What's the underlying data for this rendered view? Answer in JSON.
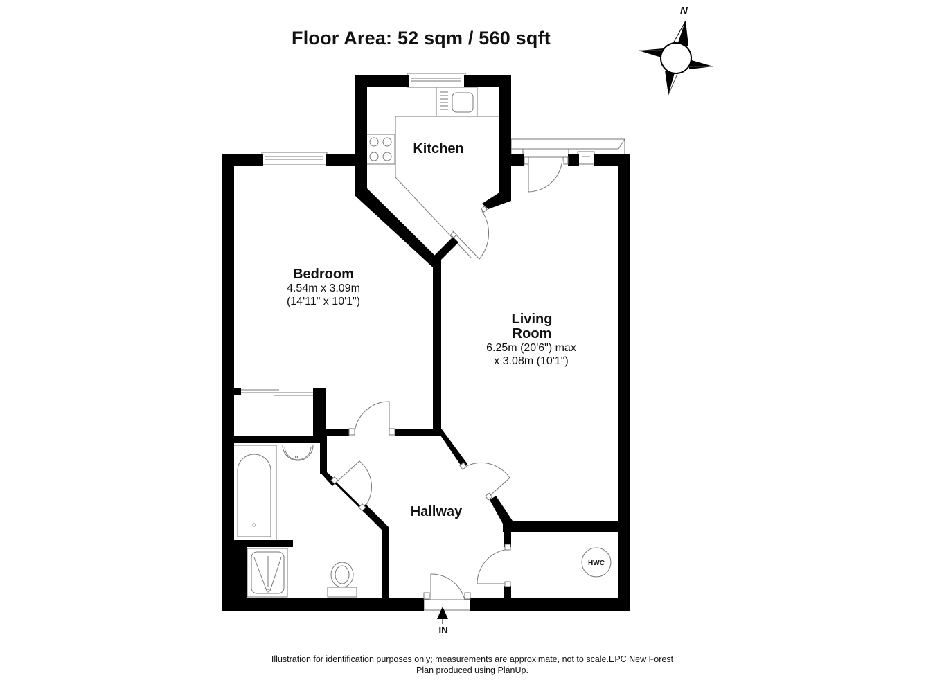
{
  "header": {
    "title": "Floor Area: 52 sqm / 560 sqft"
  },
  "compass": {
    "icon": "north-compass-icon",
    "label": "N"
  },
  "rooms": {
    "kitchen": {
      "name": "Kitchen"
    },
    "bedroom": {
      "name": "Bedroom",
      "dim_metric": "4.54m x 3.09m",
      "dim_imperial": "(14'11\" x 10'1\")"
    },
    "living_room": {
      "name_line1": "Living",
      "name_line2": "Room",
      "dim_line1": "6.25m (20'6\") max",
      "dim_line2": "x 3.08m (10'1\")"
    },
    "hallway": {
      "name": "Hallway"
    },
    "cupboard": {
      "label": "HWC"
    }
  },
  "entrance": {
    "label": "IN",
    "icon": "entrance-arrow-icon"
  },
  "footer": {
    "line1": "Illustration for identification purposes only; measurements are approximate, not to scale.EPC New Forest",
    "line2": "Plan produced using PlanUp."
  },
  "colors": {
    "wall": "#000000",
    "fixture_line": "#777777",
    "background": "#ffffff"
  }
}
